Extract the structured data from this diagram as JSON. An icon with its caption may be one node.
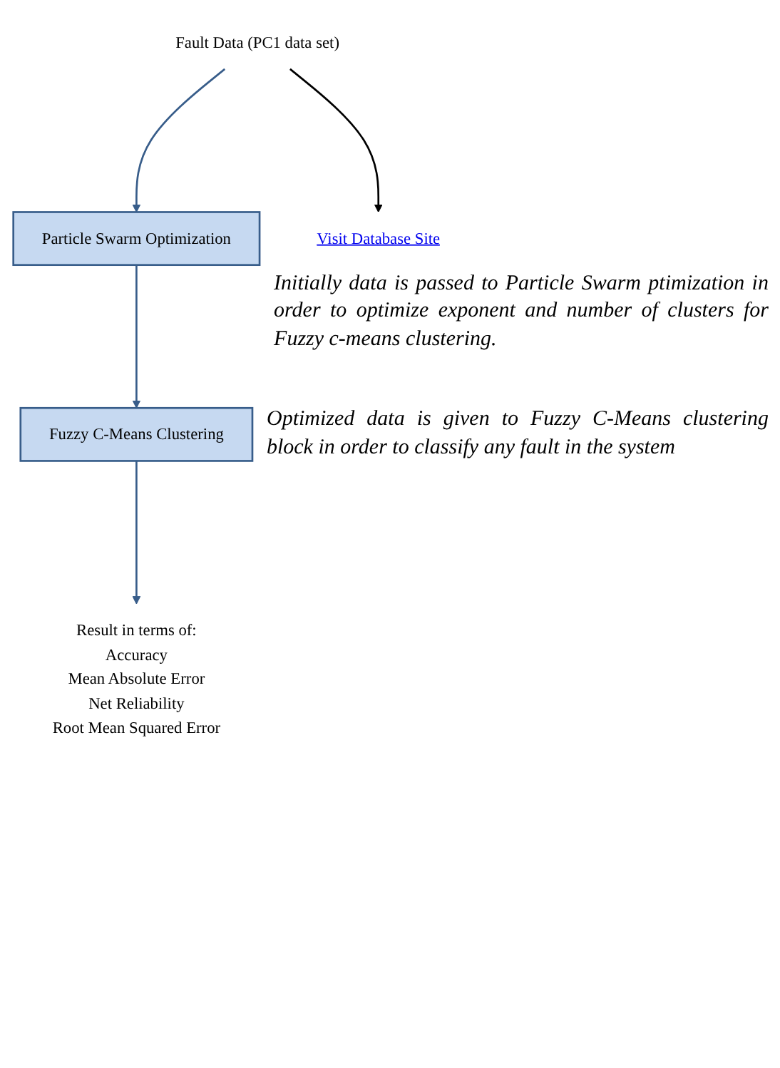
{
  "diagram": {
    "nodes": [
      {
        "text": [
          "Fault Data (PC1 data set)"
        ]
      },
      {
        "text": [
          "Particle Swarm Optimization"
        ],
        "beside": [
          "Initially data is passed to Particle Swarm ptimization in order to optimize exponent and number of clusters for Fuzzy c-means clustering."
        ]
      },
      {
        "text": [
          "Fuzzy C-Means Clustering"
        ],
        "beside": [
          "Optimized data is given to Fuzzy C-Means clustering block in order to classify any fault in the system"
        ]
      },
      {
        "text": [
          "Result in terms of:",
          "Accuracy",
          "Mean Absolute Error",
          "Net Reliability",
          "Root Mean Squared Error"
        ]
      },
      {
        "text": [
          "Visit Database Site"
        ]
      }
    ],
    "edges": [
      {
        "from": 0,
        "to": 4,
        "arrow": "to",
        "color": "#000000"
      },
      {
        "from": 0,
        "to": 1,
        "arrow": "to"
      },
      {
        "from": 1,
        "to": 2,
        "arrow": "to"
      },
      {
        "from": 2,
        "to": 3,
        "arrow": "to"
      }
    ]
  }
}
